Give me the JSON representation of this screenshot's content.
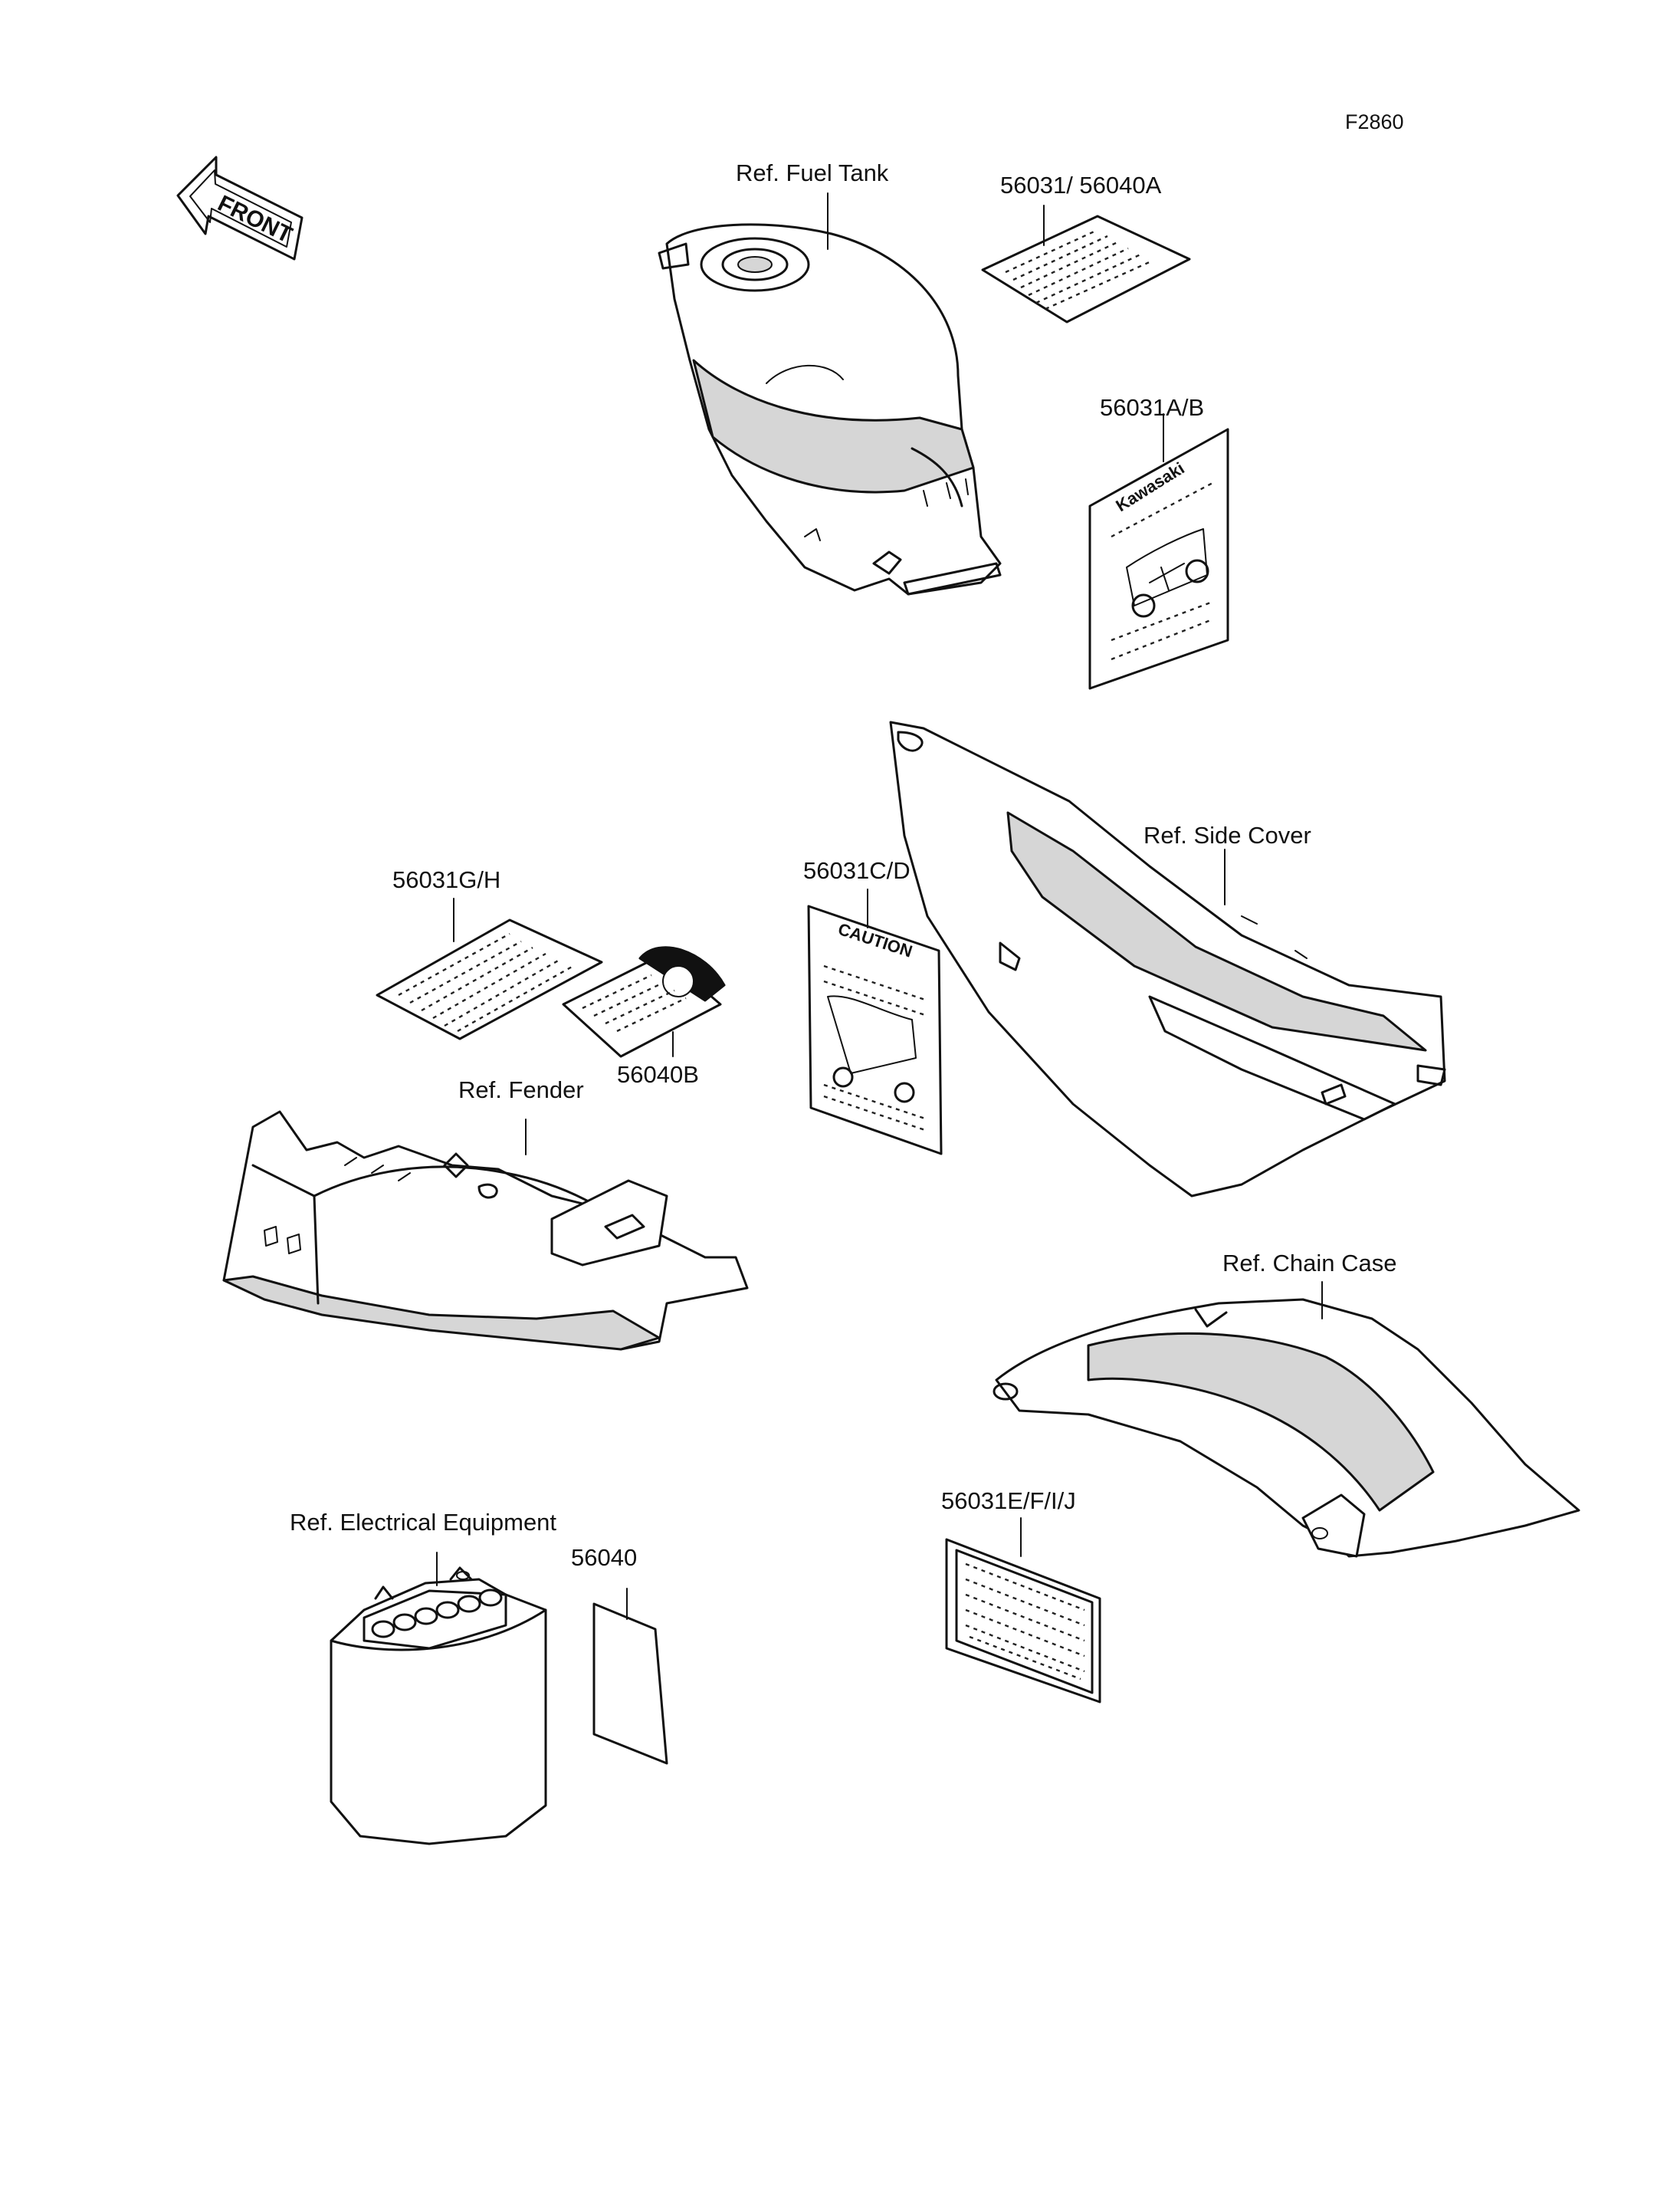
{
  "figure_code": "F2860",
  "front_arrow": {
    "label": "FRONT",
    "icon": "front-direction-arrow-icon"
  },
  "labels": {
    "fuel_tank": "Ref. Fuel Tank",
    "part_56031_56040a": "56031/ 56040A",
    "part_56031ab": "56031A/B",
    "side_cover": "Ref. Side Cover",
    "part_56031gh": "56031G/H",
    "part_56031cd": "56031C/D",
    "part_56040b": "56040B",
    "fender": "Ref. Fender",
    "chain_case": "Ref. Chain Case",
    "electrical_equipment": "Ref. Electrical Equipment",
    "part_56040": "56040",
    "part_56031efij": "56031E/F/I/J"
  },
  "decal_text": {
    "brand": "Kawasaki",
    "caution": "CAUTION"
  },
  "colors": {
    "line": "#111111",
    "background": "#ffffff"
  }
}
